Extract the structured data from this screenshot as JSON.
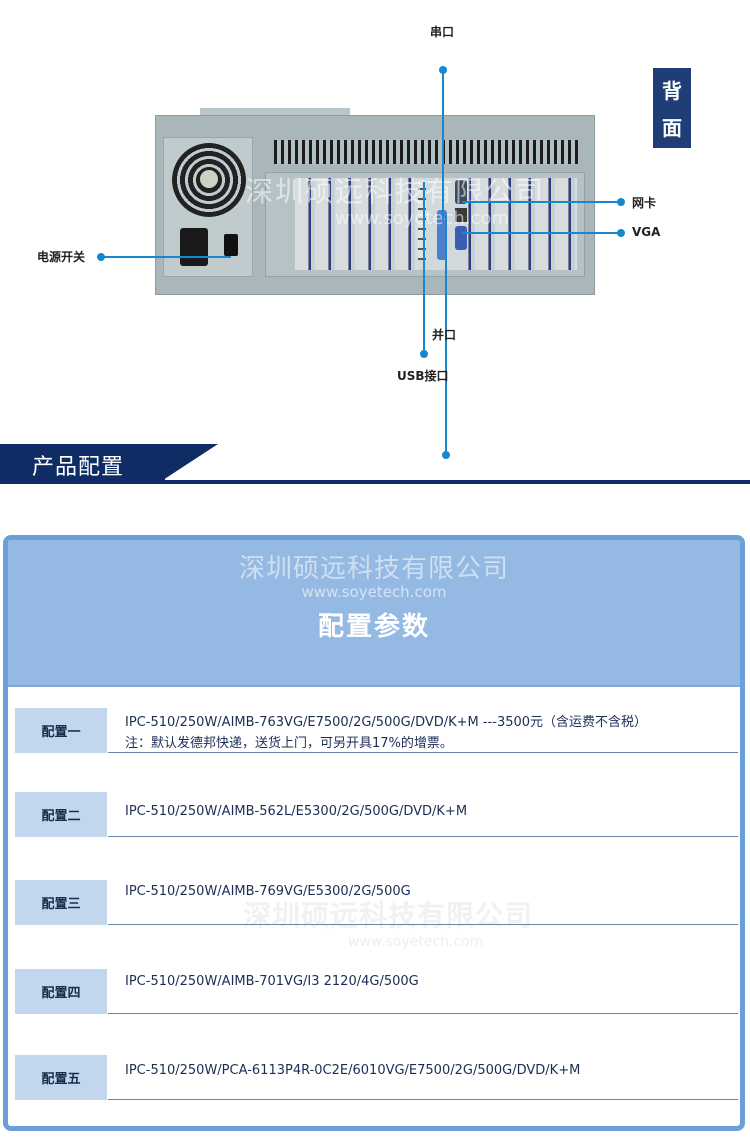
{
  "hero": {
    "badge": [
      "背",
      "面"
    ],
    "watermark": {
      "company": "深圳硕远科技有限公司",
      "url": "www.soyetech.com"
    },
    "callouts": {
      "serial": "串口",
      "lan": "网卡",
      "vga": "VGA",
      "power_switch": "电源开关",
      "parallel": "并口",
      "usb": "USB接口"
    },
    "accent_color": "#1787d0"
  },
  "section": {
    "title": "产品配置",
    "color": "#0f2d64"
  },
  "panel": {
    "watermark_company": "深圳硕远科技有限公司",
    "watermark_url": "www.soyetech.com",
    "title": "配置参数",
    "head_color": "#94b9e2",
    "border_color": "#6a9fd8",
    "label_bg": "#c2d7ee",
    "rows": [
      {
        "label": "配置一",
        "lines": [
          "IPC-510/250W/AIMB-763VG/E7500/2G/500G/DVD/K+M ---3500元（含运费不含税）",
          "注：默认发德邦快递，送货上门，可另开具17%的增票。"
        ]
      },
      {
        "label": "配置二",
        "lines": [
          "IPC-510/250W/AIMB-562L/E5300/2G/500G/DVD/K+M"
        ]
      },
      {
        "label": "配置三",
        "lines": [
          "IPC-510/250W/AIMB-769VG/E5300/2G/500G"
        ]
      },
      {
        "label": "配置四",
        "lines": [
          "IPC-510/250W/AIMB-701VG/I3 2120/4G/500G"
        ]
      },
      {
        "label": "配置五",
        "lines": [
          "IPC-510/250W/PCA-6113P4R-0C2E/6010VG/E7500/2G/500G/DVD/K+M"
        ]
      }
    ]
  }
}
